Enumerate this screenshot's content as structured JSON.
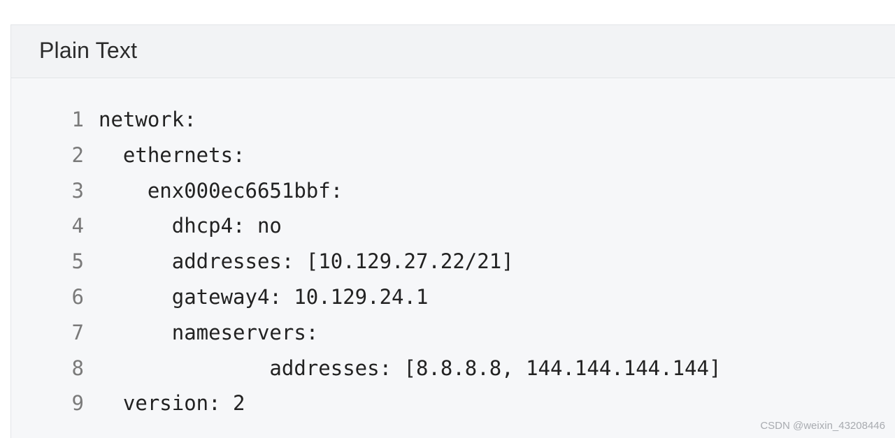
{
  "code_block": {
    "language_label": "Plain Text",
    "lines": [
      {
        "number": "1",
        "text": "network:"
      },
      {
        "number": "2",
        "text": "  ethernets:"
      },
      {
        "number": "3",
        "text": "    enx000ec6651bbf:"
      },
      {
        "number": "4",
        "text": "      dhcp4: no"
      },
      {
        "number": "5",
        "text": "      addresses: [10.129.27.22/21]"
      },
      {
        "number": "6",
        "text": "      gateway4: 10.129.24.1"
      },
      {
        "number": "7",
        "text": "      nameservers:"
      },
      {
        "number": "8",
        "text": "              addresses: [8.8.8.8, 144.144.144.144]"
      },
      {
        "number": "9",
        "text": "  version: 2"
      }
    ]
  },
  "watermark": "CSDN @weixin_43208446"
}
